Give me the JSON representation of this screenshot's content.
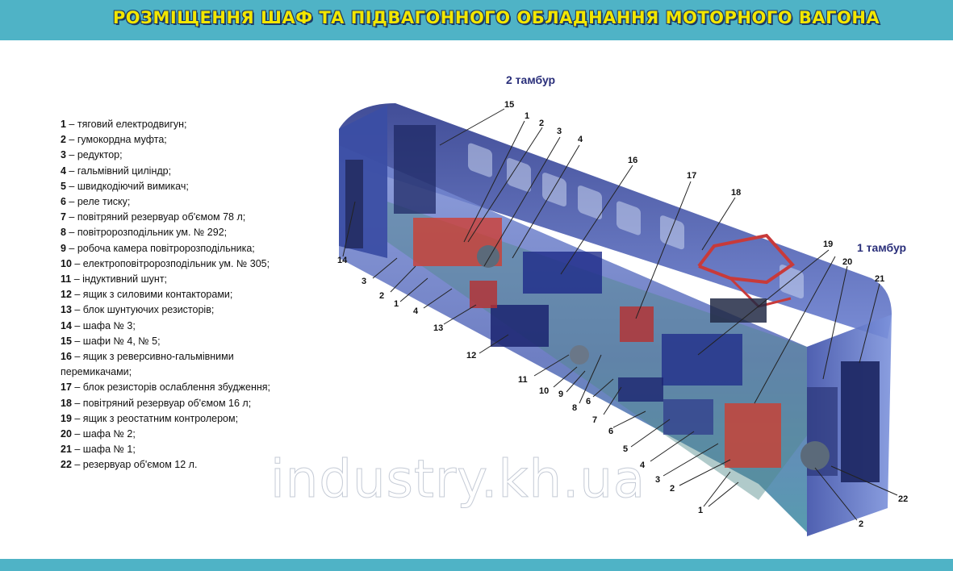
{
  "title": "РОЗМІЩЕННЯ ШАФ ТА ПІДВАГОННОГО ОБЛАДНАННЯ МОТОРНОГО ВАГОНА",
  "vestibules": {
    "second": "2 тамбур",
    "first": "1 тамбур"
  },
  "legend": [
    {
      "num": "1",
      "text": " – тяговий електродвигун;"
    },
    {
      "num": "2",
      "text": " – гумокордна муфта;"
    },
    {
      "num": "3",
      "text": " – редуктор;"
    },
    {
      "num": "4",
      "text": " – гальмівний циліндр;"
    },
    {
      "num": "5",
      "text": " – швидкодіючий вимикач;"
    },
    {
      "num": "6",
      "text": " – реле тиску;"
    },
    {
      "num": "7",
      "text": " – повітряний резервуар об'ємом 78 л;"
    },
    {
      "num": "8",
      "text": " – повітророзподільник ум. № 292;"
    },
    {
      "num": "9",
      "text": " – робоча камера повітророзподільника;"
    },
    {
      "num": "10",
      "text": " – електроповітророзподільник ум. № 305;"
    },
    {
      "num": "11",
      "text": " – індуктивний шунт;"
    },
    {
      "num": "12",
      "text": " – ящик з силовими контакторами;"
    },
    {
      "num": "13",
      "text": " – блок шунтуючих резисторів;"
    },
    {
      "num": "14",
      "text": " – шафа № 3;"
    },
    {
      "num": "15",
      "text": " – шафи № 4, № 5;"
    },
    {
      "num": "16",
      "text": " – ящик з реверсивно-гальмівними"
    },
    {
      "num": "",
      "text": "перемикачами;"
    },
    {
      "num": "17",
      "text": " – блок резисторів ослаблення збудження;"
    },
    {
      "num": "18",
      "text": " – повітряний резервуар об'ємом 16 л;"
    },
    {
      "num": "19",
      "text": " – ящик з реостатним контролером;"
    },
    {
      "num": "20",
      "text": " – шафа № 2;"
    },
    {
      "num": "21",
      "text": " – шафа № 1;"
    },
    {
      "num": "22",
      "text": " – резервуар об'ємом 12 л."
    }
  ],
  "callouts": [
    "15",
    "1",
    "2",
    "3",
    "4",
    "16",
    "17",
    "18",
    "19",
    "1 тамбур",
    "20",
    "21",
    "14",
    "3",
    "2",
    "1",
    "4",
    "13",
    "12",
    "11",
    "10",
    "9",
    "8",
    "6",
    "7",
    "6",
    "5",
    "4",
    "3",
    "2",
    "1",
    "22",
    "2"
  ],
  "watermark": "industry.kh.ua",
  "colors": {
    "band": "#4fb3c6",
    "title": "#f2e600",
    "car_body": "#4a5fb0",
    "equipment": "#d43a2a"
  }
}
